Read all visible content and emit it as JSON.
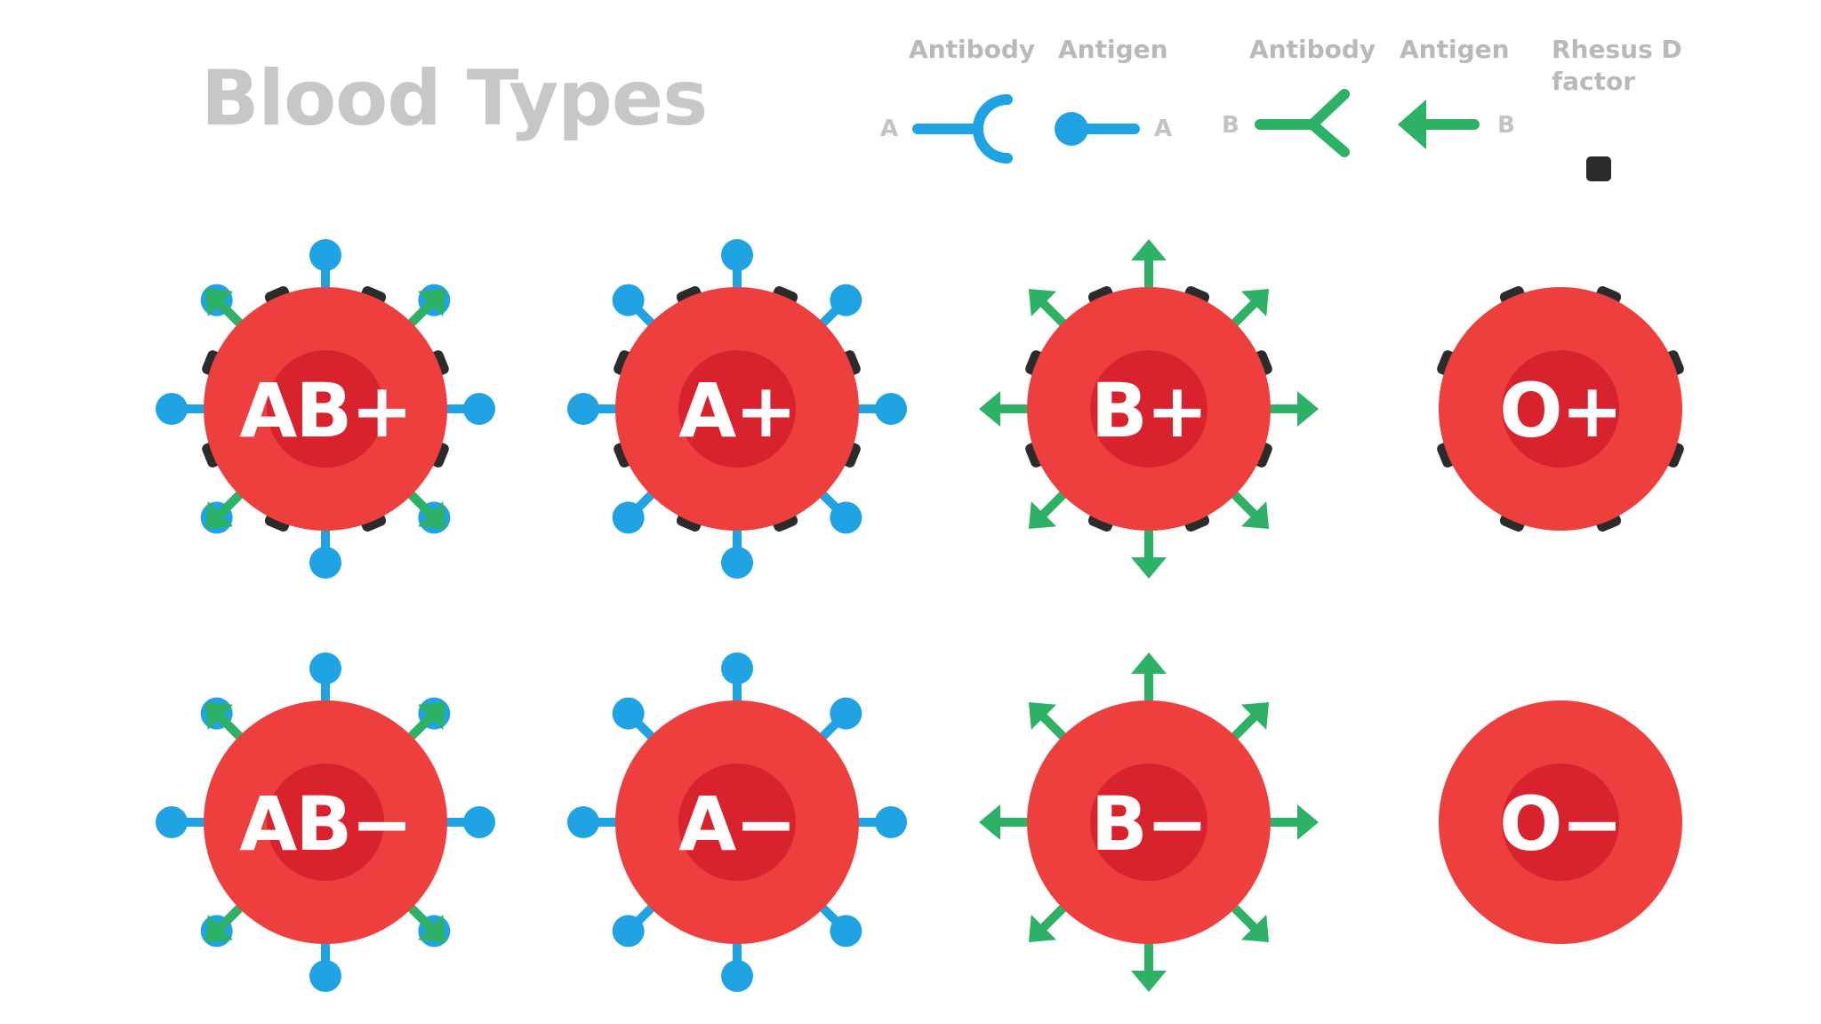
{
  "title": "Blood Types",
  "legend": {
    "antibody_a": {
      "heading": "Antibody",
      "letter": "A"
    },
    "antigen_a": {
      "heading": "Antigen",
      "letter": "A"
    },
    "antibody_b": {
      "heading": "Antibody",
      "letter": "B"
    },
    "antigen_b": {
      "heading": "Antigen",
      "letter": "B"
    },
    "rhesus": {
      "heading_line1": "Rhesus D",
      "heading_line2": "factor"
    }
  },
  "colors": {
    "cell_outer": "#ee3f3f",
    "cell_inner": "#d8232e",
    "antigen_a": "#1fa3e2",
    "antigen_b": "#2db166",
    "rhesus": "#2b2b2b",
    "title": "#c7c7c9",
    "legend_text": "#b9b9bc"
  },
  "cells": [
    {
      "label": "AB+",
      "antigen_a": true,
      "antigen_b": true,
      "rhesus": true
    },
    {
      "label": "A+",
      "antigen_a": true,
      "antigen_b": false,
      "rhesus": true
    },
    {
      "label": "B+",
      "antigen_a": false,
      "antigen_b": true,
      "rhesus": true
    },
    {
      "label": "O+",
      "antigen_a": false,
      "antigen_b": false,
      "rhesus": true
    },
    {
      "label": "AB−",
      "antigen_a": true,
      "antigen_b": true,
      "rhesus": false
    },
    {
      "label": "A−",
      "antigen_a": true,
      "antigen_b": false,
      "rhesus": false
    },
    {
      "label": "B−",
      "antigen_a": false,
      "antigen_b": true,
      "rhesus": false
    },
    {
      "label": "O−",
      "antigen_a": false,
      "antigen_b": false,
      "rhesus": false
    }
  ]
}
